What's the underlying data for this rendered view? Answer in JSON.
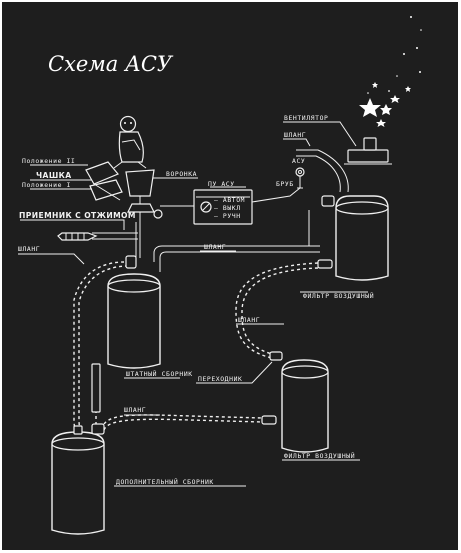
{
  "title": "Схема АСУ",
  "labels": {
    "ventilator": "ВЕНТИЛЯТОР",
    "shlang_top": "ШЛАНГ",
    "asu": "АСУ",
    "brub": "БРУБ",
    "voronka": "ВОРОНКА",
    "pu_asu": "ПУ АСУ",
    "avtom": "– АВТОМ",
    "vykl": "– ВЫКЛ",
    "ruchn": "– РУЧН",
    "polozhenie2": "Положение II",
    "chashka": "ЧАШКА",
    "polozhenie1": "Положение I",
    "priemnik": "ПРИЕМНИК С ОТЖИМОМ",
    "shlang_left": "ШЛАНГ",
    "shlang_mid": "ШЛАНГ",
    "filtr_top": "ФИЛЬТР ВОЗДУШНЫЙ",
    "shlang_right": "ШЛАНГ",
    "shtatny": "ШТАТНЫЙ СБОРНИК",
    "perehodnik": "ПЕРЕХОДНИК",
    "shlang_bottom": "ШЛАНГ",
    "filtr_bottom": "ФИЛЬТР ВОЗДУШНЫЙ",
    "dopolnitelny": "ДОПОЛНИТЕЛЬНЫЙ СБОРНИК"
  },
  "colors": {
    "background": "#1e1e1e",
    "ink": "#f0f0f0"
  }
}
